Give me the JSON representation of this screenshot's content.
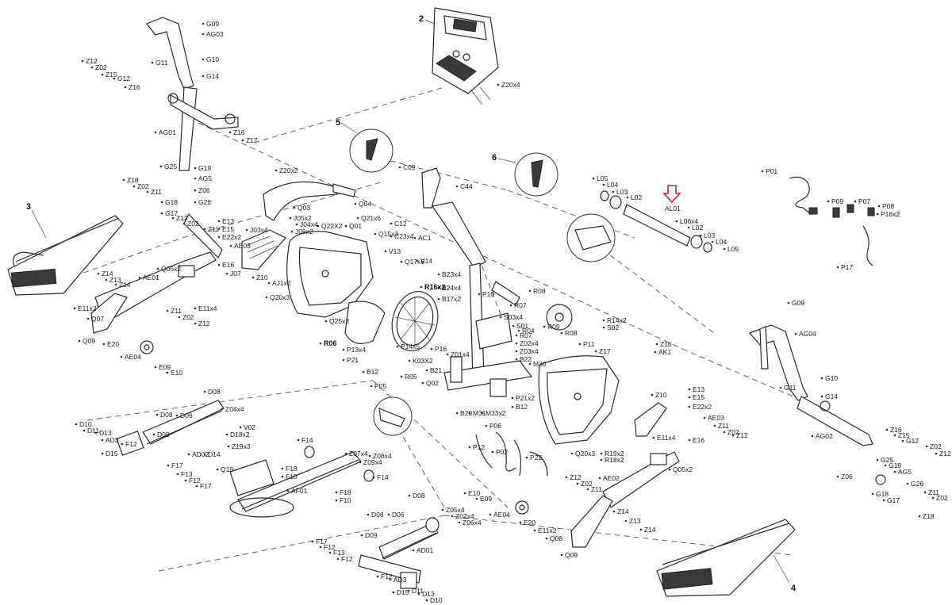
{
  "callouts": {
    "c2": "2",
    "c3": "3",
    "c4": "4",
    "c5": "5",
    "c6": "6"
  },
  "highlight": {
    "label": "AL01",
    "arrow_color": "#d62020"
  },
  "labels": {
    "console": [
      "Z20x4"
    ],
    "handlebar_left": [
      "G09",
      "AG03",
      "G11",
      "G10",
      "G14",
      "Z12",
      "Z02",
      "G12",
      "Z15",
      "Z16",
      "AG01",
      "Z16",
      "Z17"
    ],
    "left_upper": [
      "G25",
      "G19",
      "Z18",
      "AG5",
      "Z02",
      "Z11",
      "Z06",
      "G18",
      "G26",
      "G17",
      "Z12",
      "Z02",
      "E13",
      "E15",
      "Z11",
      "E22x2",
      "E16",
      "J07"
    ],
    "left_arm": [
      "Z14",
      "Z13",
      "Q05x2",
      "AE01",
      "Z14",
      "E11x2",
      "Q07",
      "E11x4",
      "Z11",
      "Z02",
      "Z12",
      "Q09",
      "E20",
      "AE04",
      "E09",
      "E10"
    ],
    "center_covers": [
      "Z20x2",
      "Q04",
      "Q03",
      "Q21x6",
      "Q01",
      "Q22X2",
      "J05x2",
      "J04x4",
      "J06x2",
      "J03x4",
      "AE03",
      "Q15x3",
      "Q17x6",
      "Z10",
      "AJ1x2",
      "Q20x3",
      "Q25x2",
      "R06"
    ],
    "center_frame": [
      "C09",
      "C44",
      "C12",
      "C23x4",
      "AC1",
      "V13",
      "V14",
      "B23x4",
      "B24x4",
      "R16x2",
      "B17x2",
      "P10",
      "R08",
      "R07",
      "S03x4",
      "S01",
      "R04",
      "R09",
      "R14x2",
      "S02",
      "R07",
      "R08",
      "P11",
      "P14x5",
      "P13x4",
      "P21",
      "P16",
      "Z01x4",
      "Z02x4",
      "Z03x4",
      "B22",
      "K03X2",
      "B12",
      "B21",
      "R05",
      "M30",
      "Q02",
      "Z17",
      "Z16",
      "AK1",
      "P05",
      "P21x2",
      "B12",
      "B20",
      "M31",
      "M33x2"
    ],
    "right_bracket": [
      "L05",
      "L04",
      "L03",
      "L02",
      "L06x4",
      "L02",
      "L03",
      "L04",
      "L05"
    ],
    "power": [
      "P01",
      "P09",
      "P07",
      "P08",
      "P18x2",
      "P17"
    ],
    "handlebar_right": [
      "G09",
      "AG04",
      "G10",
      "G11",
      "G14",
      "AG02",
      "Z16",
      "Z15",
      "G12",
      "Z02",
      "Z12",
      "G25",
      "G19",
      "AG5",
      "Z06",
      "G26",
      "G18",
      "G17",
      "Z11",
      "Z02",
      "Z18"
    ],
    "right_arm": [
      "Z10",
      "E13",
      "E15",
      "E22x2",
      "AE03",
      "Z11",
      "Z02",
      "Z12",
      "E11x4",
      "E16",
      "Q05x2",
      "Q20x3",
      "R19x2",
      "R18x2",
      "Z12",
      "Z02",
      "Z11",
      "AE02",
      "E10",
      "E09",
      "AE04",
      "E20",
      "E11x2",
      "Q08",
      "Q09",
      "Z14",
      "Z13",
      "Z14"
    ],
    "cables": [
      "P06",
      "P12",
      "P02",
      "P22"
    ],
    "base_left": [
      "D08",
      "D08",
      "D06",
      "Z04x4",
      "D10",
      "D09",
      "D13",
      "D11",
      "AD3",
      "D15",
      "F12",
      "D18x2",
      "V02",
      "Z19x3",
      "AD02",
      "D14",
      "F14",
      "Z07x4",
      "Z08x4",
      "Z09x4",
      "F17",
      "F13",
      "F12",
      "F17",
      "Q19",
      "F18",
      "F10",
      "AF01",
      "F14",
      "F18",
      "F10"
    ],
    "base_right": [
      "D08",
      "D08",
      "D06",
      "Z05x4",
      "Z02x4",
      "Z06x4",
      "D09",
      "AD01",
      "F17",
      "F12",
      "F13",
      "F12",
      "F12",
      "AD3",
      "D15",
      "D11",
      "D13",
      "D10"
    ]
  },
  "icon_names": [
    "console-icon",
    "pedal-left-icon",
    "pedal-right-icon",
    "flywheel-icon",
    "bracket-detail-icon",
    "power-cord-icon"
  ]
}
